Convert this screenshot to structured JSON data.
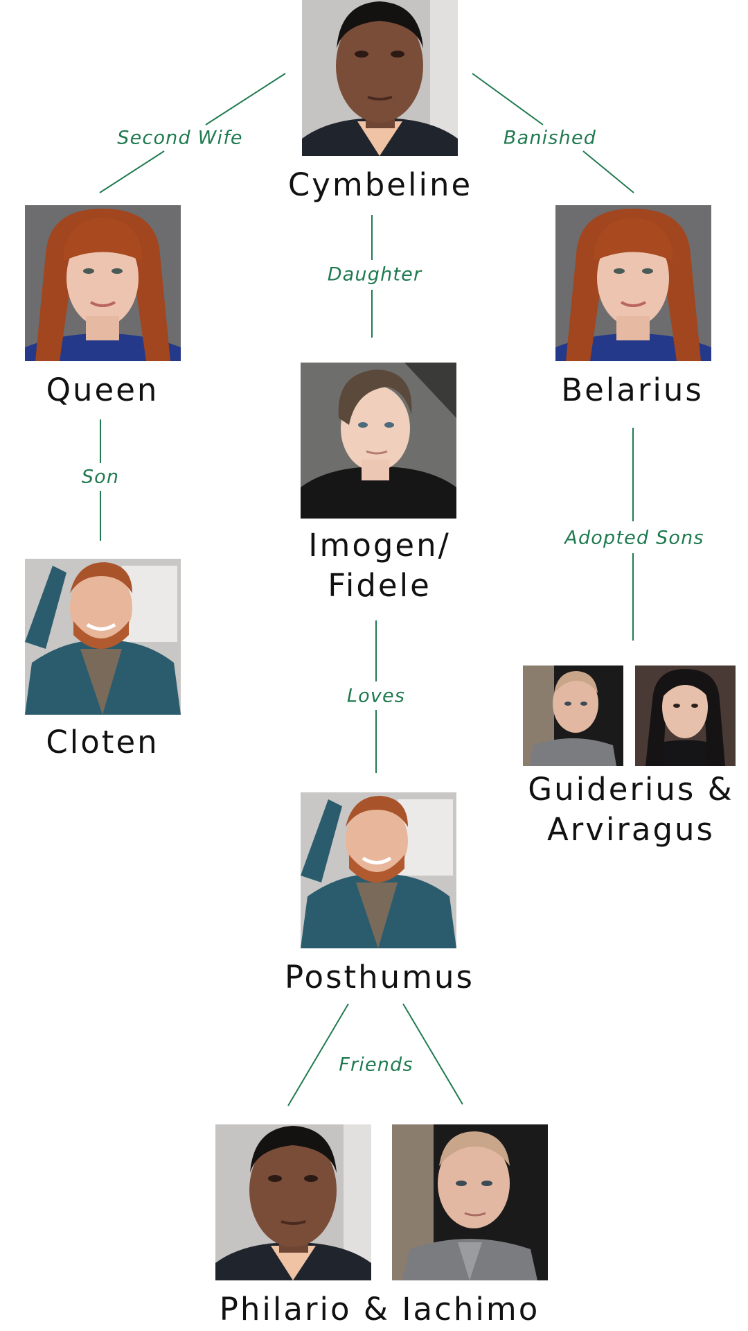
{
  "characters": {
    "cymbeline": "Cymbeline",
    "queen": "Queen",
    "belarius": "Belarius",
    "imogen_line1": "Imogen/",
    "imogen_line2": "Fidele",
    "cloten": "Cloten",
    "guiderius_line1": "Guiderius &",
    "guiderius_line2": "Arviragus",
    "posthumus": "Posthumus",
    "philario": "Philario & Iachimo"
  },
  "relations": {
    "second_wife": "Second Wife",
    "banished": "Banished",
    "daughter": "Daughter",
    "son": "Son",
    "adopted_sons": "Adopted Sons",
    "loves": "Loves",
    "friends": "Friends"
  },
  "colors": {
    "accent": "#1f7a4f",
    "text": "#111111",
    "background": "#ffffff"
  }
}
